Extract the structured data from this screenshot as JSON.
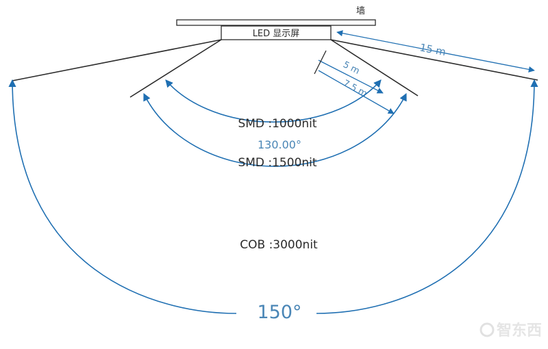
{
  "wall_label": "墙",
  "screen_label": "LED 显示屏",
  "dimensions": {
    "d15": "15 m",
    "d5": "5 m",
    "d75": "7.5 m"
  },
  "zones": {
    "smd1000": "SMD :1000nit",
    "angle130": "130.00°",
    "smd1500": "SMD :1500nit",
    "cob3000": "COB :3000nit",
    "angle150": "150°"
  },
  "watermark": "智东西",
  "colors": {
    "line": "#2b2b2b",
    "arrow": "#1f6fb2",
    "text_blue": "#4a86b6"
  }
}
